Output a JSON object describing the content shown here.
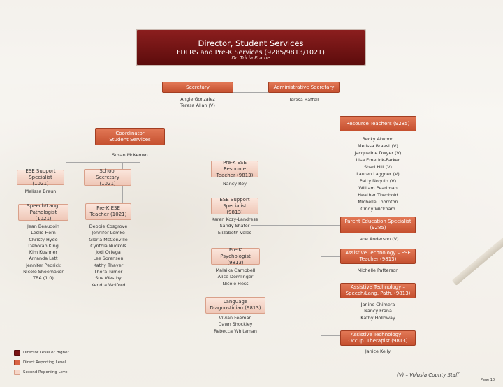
{
  "director": {
    "title": "Director, Student Services",
    "subtitle": "FDLRS and Pre-K Services (9285/9813/1021)",
    "name": "Dr. Tricia Frame"
  },
  "secretary": {
    "label": "Secretary",
    "names": [
      "Angie Gonzalez",
      "Teresa Allan (V)"
    ]
  },
  "admin_secretary": {
    "label": "Administrative Secretary",
    "names": [
      "Teresa Battell"
    ]
  },
  "resource_teachers": {
    "label": "Resource Teachers (9285)",
    "names": [
      "Becky Atwood",
      "Melissa Braest (V)",
      "Jacqueline Dwyer (V)",
      "Lisa Emerick-Parker",
      "Shari Hill (V)",
      "Lauren Laggner (V)",
      "Patty Noquin (V)",
      "William Pearlman",
      "Heather Theobold",
      "Michelle Thornton",
      "Cindy Wickham"
    ]
  },
  "coordinator": {
    "label": "Coordinator Student Services",
    "name": "Susan McKeown"
  },
  "ese_support_1021": {
    "label": "ESE Support Specialist (1021)",
    "names": [
      "Melissa Braun"
    ]
  },
  "school_secretary": {
    "label": "School Secretary (1021)"
  },
  "speech_path": {
    "label": "Speech/Lang. Pathologist (1021)",
    "names": [
      "Jean Beaudoin",
      "Leslie Horn",
      "Christy Hyde",
      "Deborah King",
      "Kim Kushner",
      "Amanda Lett",
      "Jennifer Pedrick",
      "Nicole Shoemaker",
      "TBA (1.0)"
    ]
  },
  "prek_ese_teacher": {
    "label": "Pre-K ESE Teacher (1021)",
    "names": [
      "Debbie Cosgrove",
      "Jennifer Lemke",
      "Gloria McConville",
      "Cynthia Nuckols",
      "Jodi Ortega",
      "Lee Sorensen",
      "Kathy Thayer",
      "Thora Turner",
      "Sue Westby",
      "Kendra Wolford"
    ]
  },
  "prek_ese_resource": {
    "label": "Pre-K ESE Resource Teacher (9813)",
    "names": [
      "Nancy Roy"
    ]
  },
  "ese_support_9813": {
    "label": "ESE Support Specialist (9813)",
    "names": [
      "Karen Kozy-Landress",
      "Sandy Shafer",
      "Elizabeth Veles"
    ]
  },
  "prek_psych": {
    "label": "Pre-K Psychologist (9813)",
    "names": [
      "Malaika Campbell",
      "Alice Demlinger",
      "Nicole Hess"
    ]
  },
  "lang_diag": {
    "label": "Language Diagnostician (9813)",
    "names": [
      "Vivian Feeman",
      "Dawn Shockley",
      "Rebecca Whiteman"
    ]
  },
  "parent_ed": {
    "label": "Parent Education Specialist (9285)",
    "names": [
      "Lane Anderson (V)"
    ]
  },
  "at_ese": {
    "label": "Assistive Technology – ESE Teacher (9813)",
    "names": [
      "Michelle Patterson"
    ]
  },
  "at_speech": {
    "label": "Assistive Technology – Speech/Lang. Path. (9813)",
    "names": [
      "Janine Chimera",
      "Nancy Frana",
      "Kathy Holloway"
    ]
  },
  "at_occup": {
    "label": "Assistive Technology – Occup. Therapist (9813)",
    "names": [
      "Janice Kelly"
    ]
  },
  "legend": {
    "items": [
      {
        "label": "Director Level or Higher",
        "color": "#7a1414"
      },
      {
        "label": "Direct Reporting Level",
        "color": "#d96444"
      },
      {
        "label": "Second Reporting Level",
        "color": "#f6d6c8"
      }
    ]
  },
  "footer": {
    "note": "(V) – Volusia County Staff",
    "page": "Page 10"
  },
  "colors": {
    "director": "#7a1414",
    "direct": "#d96444",
    "second": "#f6d6c8"
  }
}
